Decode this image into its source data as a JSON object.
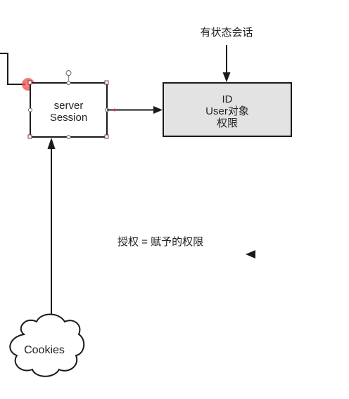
{
  "stateful_label": "有状态会话",
  "server_box": {
    "line1": "server",
    "line2": "Session"
  },
  "data_box": {
    "line1": "ID",
    "line2": "User对象",
    "line3": "权限"
  },
  "authorization_note": "授权 = 赋予的权限",
  "cloud_label": "Cookies",
  "colors": {
    "data_box_fill": "#e3e3e3",
    "stroke": "#1a1a1a",
    "selection_handle": "#7a3a3a",
    "highlight": "#f04a4a"
  }
}
